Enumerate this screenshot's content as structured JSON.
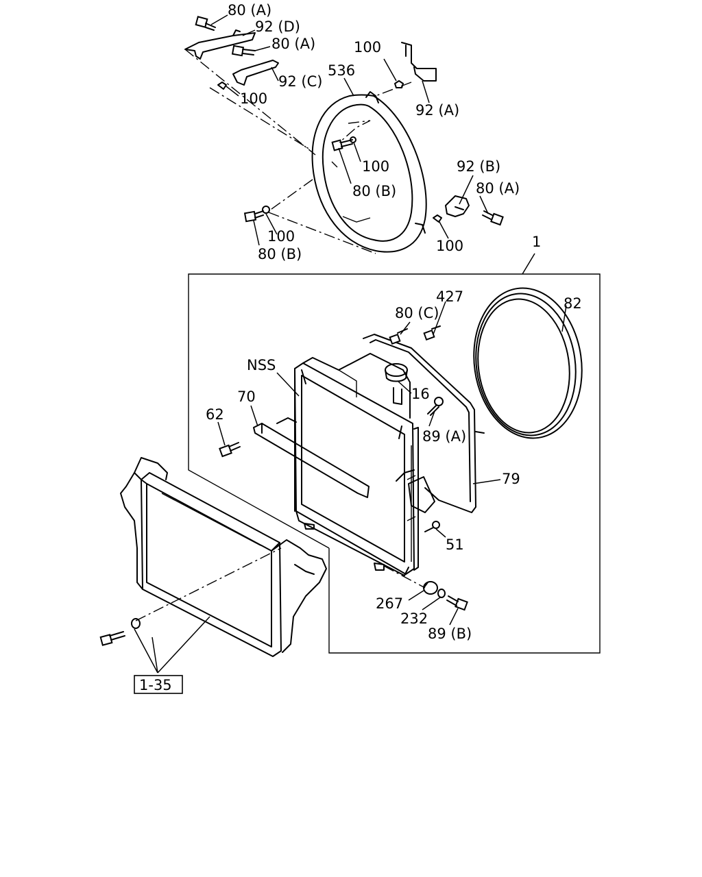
{
  "diagram": {
    "labels": {
      "p80a_top": "80 (A)",
      "p92d": "92 (D)",
      "p80a_mid": "80 (A)",
      "p100_top": "100",
      "p536": "536",
      "p92c": "92 (C)",
      "p100_left": "100",
      "p92a": "92 (A)",
      "p100_center": "100",
      "p80b_center": "80 (B)",
      "p92b": "92 (B)",
      "p80a_right": "80 (A)",
      "p100_lower_left": "100",
      "p80b_lower_left": "80 (B)",
      "p100_lower_right": "100",
      "p1": "1",
      "p427": "427",
      "p82": "82",
      "p80c": "80 (C)",
      "pnss": "NSS",
      "p16": "16",
      "p70": "70",
      "p62": "62",
      "p89a": "89 (A)",
      "p79": "79",
      "p51": "51",
      "p267": "267",
      "p232": "232",
      "p89b": "89 (B)",
      "ref_1_35": "1-35"
    }
  }
}
